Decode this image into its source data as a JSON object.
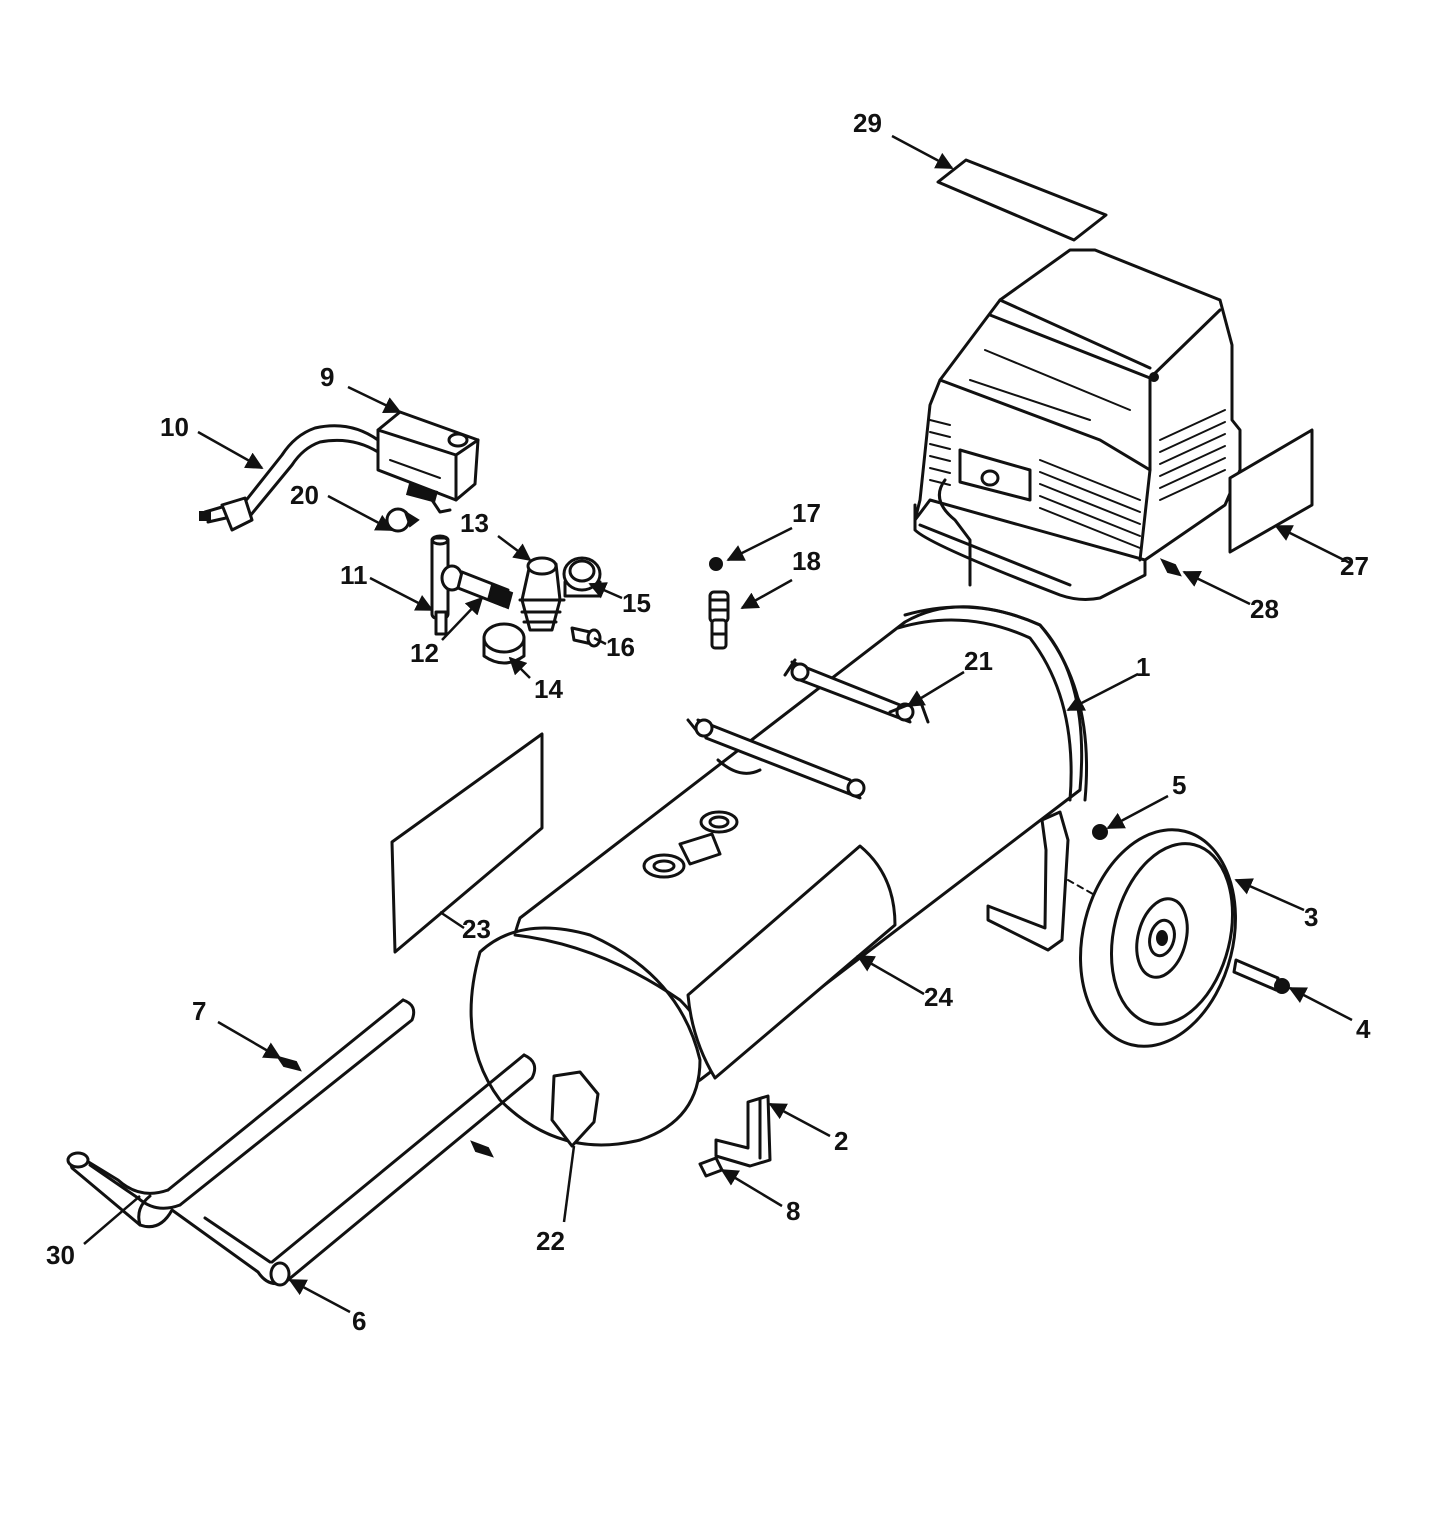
{
  "diagram": {
    "callouts": [
      {
        "id": "c1",
        "label": "1"
      },
      {
        "id": "c2",
        "label": "2"
      },
      {
        "id": "c3",
        "label": "3"
      },
      {
        "id": "c4",
        "label": "4"
      },
      {
        "id": "c5",
        "label": "5"
      },
      {
        "id": "c6",
        "label": "6"
      },
      {
        "id": "c7",
        "label": "7"
      },
      {
        "id": "c8",
        "label": "8"
      },
      {
        "id": "c9",
        "label": "9"
      },
      {
        "id": "c10",
        "label": "10"
      },
      {
        "id": "c11",
        "label": "11"
      },
      {
        "id": "c12",
        "label": "12"
      },
      {
        "id": "c13",
        "label": "13"
      },
      {
        "id": "c14",
        "label": "14"
      },
      {
        "id": "c15",
        "label": "15"
      },
      {
        "id": "c16",
        "label": "16"
      },
      {
        "id": "c17",
        "label": "17"
      },
      {
        "id": "c18",
        "label": "18"
      },
      {
        "id": "c20",
        "label": "20"
      },
      {
        "id": "c21",
        "label": "21"
      },
      {
        "id": "c22",
        "label": "22"
      },
      {
        "id": "c23",
        "label": "23"
      },
      {
        "id": "c24",
        "label": "24"
      },
      {
        "id": "c27",
        "label": "27"
      },
      {
        "id": "c28",
        "label": "28"
      },
      {
        "id": "c29",
        "label": "29"
      },
      {
        "id": "c30",
        "label": "30"
      }
    ]
  }
}
